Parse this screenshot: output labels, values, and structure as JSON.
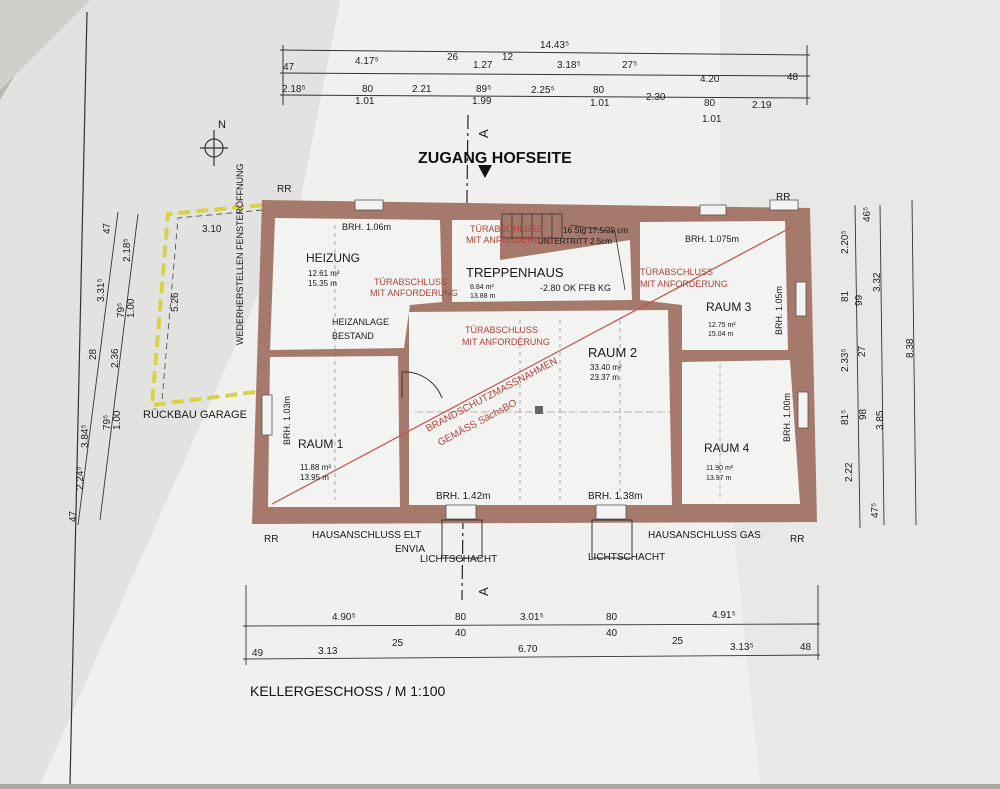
{
  "plan": {
    "title": "KELLERGESCHOSS / M 1:100",
    "north": "N",
    "entry": "ZUGANG HOFSEITE",
    "section_marks": [
      "A",
      "A"
    ],
    "wall_note_rr": "RR",
    "garage_note": "RÜCKBAU GARAGE",
    "window_note": "WEDERHERSTELLEN FENSTERÖFFNUNG",
    "stairs_note": "16 Stg 17.5/29 cm",
    "stairs_under": "UNTERTRITT 2.5cm",
    "floor_level": "-2.80 OK FFB KG",
    "utility_elec": "HAUSANSCHLUSS ELT",
    "utility_elec_2": "ENVIA",
    "utility_gas": "HAUSANSCHLUSS GAS",
    "lightwell": "LICHTSCHACHT",
    "heater_existing": "HEIZANLAGE",
    "heater_existing_2": "BESTAND",
    "fire_door": "TÜRABSCHLUSS",
    "fire_door_2": "MIT ANFORDERUNG",
    "fire_note": "BRANDSCHUTZMASSNAHMEN",
    "fire_note_2": "GEMÄSS SächsBO",
    "wall_color": "#a5796b",
    "accent_red": "#b3403a"
  },
  "rooms": {
    "heizung": {
      "name": "HEIZUNG",
      "area": "12.61 m²",
      "perimeter": "15.35 m",
      "brh": "BRH. 1.06m"
    },
    "treppenhaus": {
      "name": "TREPPENHAUS",
      "area": "8.84 m²",
      "perimeter": "13.88 m"
    },
    "raum1": {
      "name": "RAUM 1",
      "area": "11.88 m²",
      "perimeter": "13.95 m",
      "brh": "BRH. 1.03m"
    },
    "raum2": {
      "name": "RAUM 2",
      "area": "33.40 m²",
      "perimeter": "23.37 m",
      "brh_left": "BRH. 1.42m",
      "brh_right": "BRH. 1.38m"
    },
    "raum3": {
      "name": "RAUM 3",
      "area": "12.75 m²",
      "perimeter": "15.04 m",
      "brh_top": "BRH. 1.075m",
      "brh_side": "BRH. 1.05m"
    },
    "raum4": {
      "name": "RAUM 4",
      "area": "11.90 m²",
      "perimeter": "13.97 m",
      "brh": "BRH. 1.00m"
    }
  },
  "dims": {
    "top_total": "14.43⁵",
    "top_row1": [
      "47",
      "4.17⁵",
      "26",
      "1.27",
      "12",
      "3.18⁵",
      "27⁵",
      "4.20",
      "48"
    ],
    "top_row2": [
      "2.18⁵",
      "80",
      "2.21",
      "89⁵",
      "2.25⁵",
      "80",
      "2.30",
      "80",
      "2.19"
    ],
    "top_row2_sub": [
      "1.01",
      "1.99",
      "1.01",
      "1.01"
    ],
    "bottom_row1": [
      "4.90⁵",
      "80",
      "3.01⁵",
      "80",
      "4.91⁵"
    ],
    "bottom_row1_sub": [
      "40",
      "40"
    ],
    "bottom_row2": [
      "49",
      "3.13",
      "25",
      "6.70",
      "25",
      "3.13⁵",
      "48"
    ],
    "right_total": "8.38",
    "right_col1": [
      "46⁵",
      "2.20⁵",
      "81",
      "2.33⁵",
      "81⁵",
      "2.22",
      "47⁵"
    ],
    "right_col2": [
      "99",
      "27",
      "98"
    ],
    "right_col3": [
      "3.32",
      "3.85"
    ],
    "left_col1": [
      "47",
      "3.31⁵",
      "28",
      "3.84⁵",
      "2.24⁵",
      "47"
    ],
    "left_col2": [
      "2.18⁵",
      "79⁵",
      "2.36",
      "79⁵"
    ],
    "left_col2_sub": [
      "1.00",
      "1.00"
    ],
    "left_garage": [
      "3.10",
      "5.26"
    ]
  }
}
